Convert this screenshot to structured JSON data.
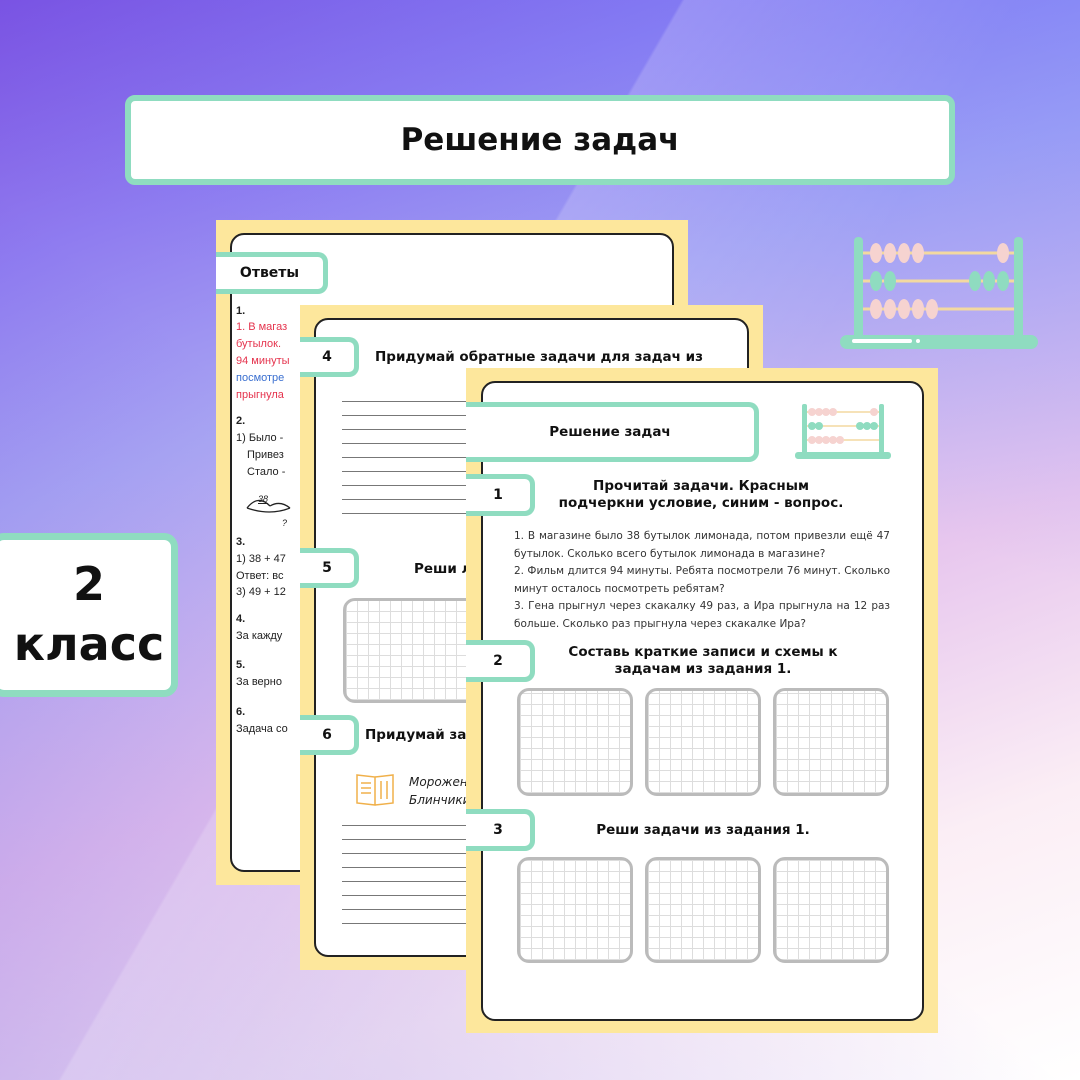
{
  "title": "Решение задач",
  "grade": {
    "number": "2",
    "label": "класс"
  },
  "answers_sheet": {
    "tab": "Ответы",
    "lines": [
      {
        "text": "1.",
        "bold": true
      },
      {
        "text": "1. В магаз",
        "color": "red"
      },
      {
        "text": "бутылок.",
        "color": "red"
      },
      {
        "text": "94 минуты",
        "color": "red"
      },
      {
        "text": "посмотре",
        "color": "blue"
      },
      {
        "text": "прыгнула",
        "color": "red"
      }
    ],
    "s2": "2.",
    "s2_lines": [
      "1) Было -",
      "Привез",
      "Стало -"
    ],
    "diagram_number": "38",
    "diagram_q": "?",
    "s3": "3.",
    "s3_lines": [
      "1) 38 + 47",
      "Ответ: вс",
      "3) 49 + 12"
    ],
    "s4": "4.",
    "s4_text": "За кажду",
    "s5": "5.",
    "s5_text": "За верно",
    "s6": "6.",
    "s6_text": "Задача со"
  },
  "sheet2": {
    "task4": {
      "num": "4",
      "title": "Придумай обратные задачи для задач из"
    },
    "task5": {
      "num": "5",
      "title": "Реши л"
    },
    "task6": {
      "num": "6",
      "title": "Придумай зад"
    },
    "menu": [
      "Морожен",
      "Блинчики"
    ]
  },
  "sheet3": {
    "header": "Решение задач",
    "task1": {
      "num": "1",
      "title": "Прочитай задачи. Красным подчеркни условие, синим - вопрос.",
      "problems": [
        "1. В магазине было 38 бутылок лимонада, потом привезли ещё 47 бутылок. Сколько всего бутылок лимонада в магазине?",
        "2. Фильм длится 94 минуты. Ребята посмотрели 76 минут. Сколько минут осталось посмотреть ребятам?",
        "3. Гена прыгнул через скакалку 49 раз, а Ира прыгнула на 12 раз больше. Сколько раз прыгнула через скакалке Ира?"
      ]
    },
    "task2": {
      "num": "2",
      "title": "Составь краткие записи и схемы к задачам из задания 1."
    },
    "task3": {
      "num": "3",
      "title": "Реши задачи из задания 1."
    }
  },
  "colors": {
    "teal": "#8fdcc0",
    "yellow": "#fde79c",
    "red": "#e5334d",
    "blue": "#3a6fd0",
    "bead_pink": "#f6d3d0",
    "bead_green": "#8fdcc0"
  }
}
